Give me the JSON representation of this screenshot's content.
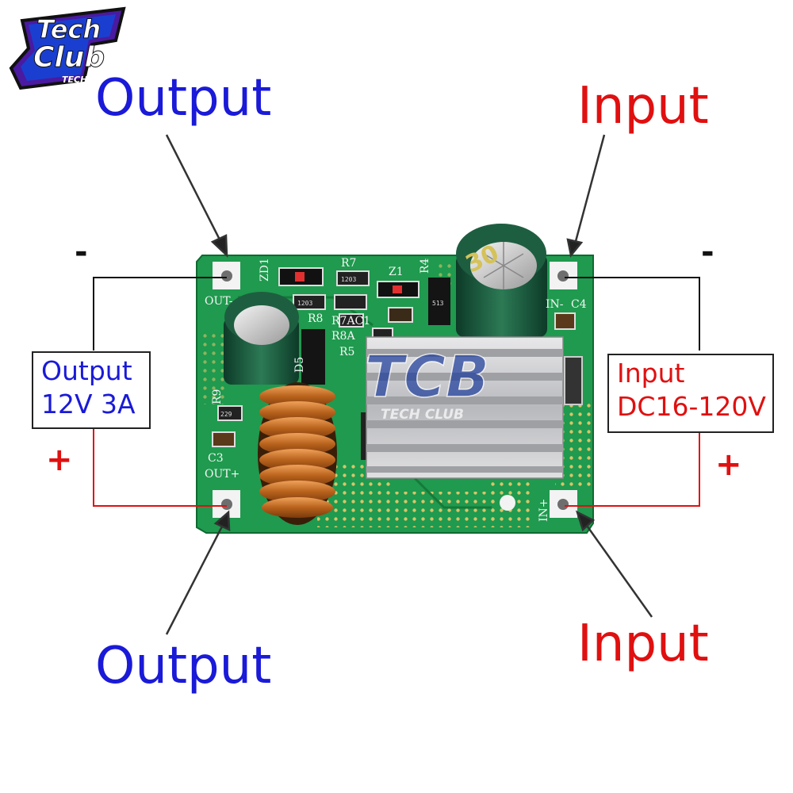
{
  "logo": {
    "line1": "Tech",
    "line2": "Club",
    "line3": "TECH CLUB"
  },
  "watermark": {
    "text": "TECH CLUB"
  },
  "labels": {
    "output_top": "Output",
    "input_top": "Input",
    "output_bottom": "Output",
    "input_bottom": "Input",
    "minus_left": "-",
    "minus_right": "-",
    "plus_left": "+",
    "plus_right": "+"
  },
  "boxes": {
    "output": {
      "line1": "Output",
      "line2": "12V 3A"
    },
    "input": {
      "line1": "Input",
      "line2": "DC16-120V"
    }
  },
  "silkscreen": {
    "out_minus": "OUT-",
    "out_plus": "OUT+",
    "in_minus": "IN-",
    "in_plus": "IN+",
    "zd1": "ZD1",
    "r7": "R7",
    "z1": "Z1",
    "r4": "R4",
    "r8": "R8",
    "r7ac1": "R7AC1",
    "r8a": "R8A",
    "r5": "R5",
    "r9": "R9",
    "c3": "C3",
    "c4": "C4",
    "d5": "D5",
    "cap_mark": "30",
    "smd_1": "1203",
    "smd_2": "1203",
    "smd_3": "229",
    "smd_4": "513"
  },
  "colors": {
    "pcb": "#1f9a4e",
    "pcb_dark": "#157a3a",
    "label_blue": "#1a1ad8",
    "label_red": "#e01010",
    "wire_red": "#e01010",
    "wire_black": "#111111",
    "copper": "#c9762a"
  }
}
